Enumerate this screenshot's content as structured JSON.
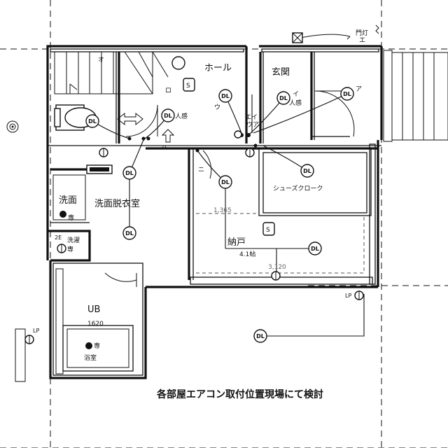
{
  "rooms": {
    "hall": "ホール",
    "entrance": "玄関",
    "washroom": "洗面脱衣室",
    "shoe_closet": "シューズクローク",
    "storage": "納戸",
    "storage_size": "4.1帖",
    "unit_bath": "UB",
    "unit_bath_size": "1620",
    "vanity": "洗面"
  },
  "fixtures": {
    "gate_light": "門灯",
    "gate_light_code": "エ",
    "bath_outlet": "浴室",
    "dedicated": "専",
    "washer_outlet": "洗濯",
    "washer_code": "2E",
    "switch_label": "S"
  },
  "lights": {
    "symbol": "DL",
    "code_u": "ウ",
    "code_i": "イ",
    "code_a": "ア",
    "code_o": "オ",
    "sensor": "人感",
    "sensor_entry": "人感",
    "code_ei": "エイ",
    "code_ua": "ウア",
    "hall_code": "ロ",
    "washroom_code": "ハ",
    "storage_code": "ニ",
    "lp": "LP"
  },
  "dimensions": {
    "d1": "1,365",
    "d2": "3,120"
  },
  "note": "各部屋エアコン取付位置現場にて検討"
}
